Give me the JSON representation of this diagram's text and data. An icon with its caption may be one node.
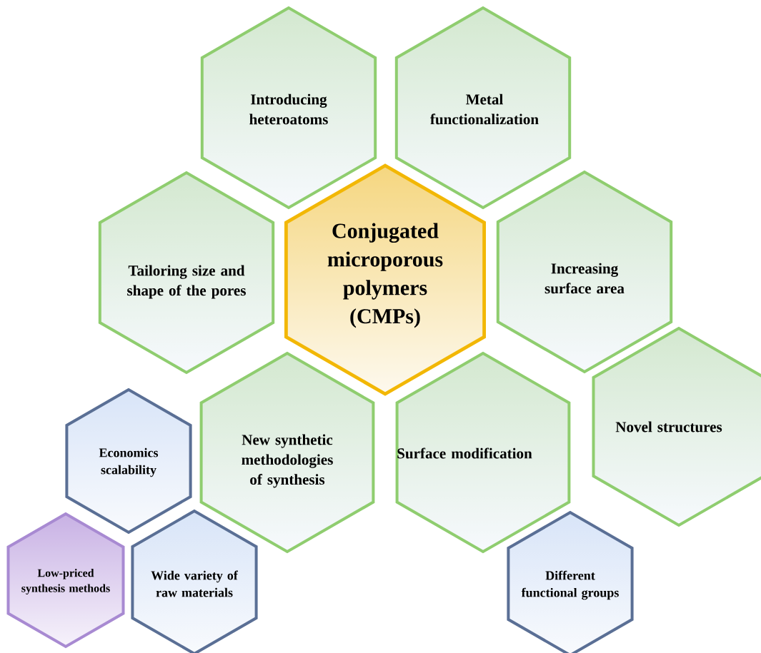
{
  "diagram": {
    "nodes": [
      {
        "text": [
          "Introducing heteroatoms"
        ]
      },
      {
        "text": [
          "Metal functionalization"
        ]
      },
      {
        "text": [
          "Tailoring size and shape of the pores"
        ]
      },
      {
        "text": [
          "Conjugated microporous polymers (CMPs)"
        ]
      },
      {
        "text": [
          "Increasing surface area"
        ]
      },
      {
        "text": [
          "Novel structures"
        ]
      },
      {
        "text": [
          "Economics scalability"
        ]
      },
      {
        "text": [
          "New synthetic methodologies of synthesis"
        ]
      },
      {
        "text": [
          "Surface modification"
        ]
      },
      {
        "text": [
          "Low-priced synthesis methods"
        ]
      },
      {
        "text": [
          "Wide variety of raw materials"
        ]
      },
      {
        "text": [
          "Different functional groups"
        ]
      }
    ]
  }
}
